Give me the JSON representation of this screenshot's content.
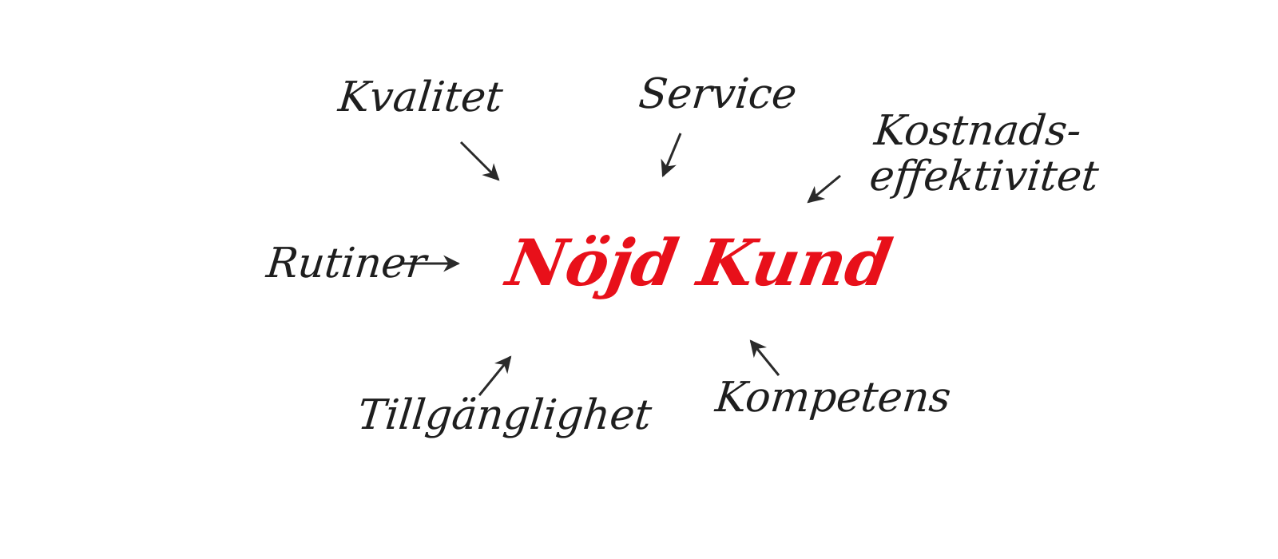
{
  "diagram": {
    "center": {
      "text": "Nöjd Kund",
      "color": "#e8101a"
    },
    "factors": [
      {
        "id": "kvalitet",
        "text": "Kvalitet"
      },
      {
        "id": "service",
        "text": "Service"
      },
      {
        "id": "kostnads",
        "line1": "Kostnads-",
        "line2": "effektivitet"
      },
      {
        "id": "rutiner",
        "text": "Rutiner"
      },
      {
        "id": "tillganglighet",
        "text": "Tillgänglighet"
      },
      {
        "id": "kompetens",
        "text": "Kompetens"
      }
    ],
    "text_color": "#1e1e1e",
    "arrow_color": "#2a2a2a"
  }
}
